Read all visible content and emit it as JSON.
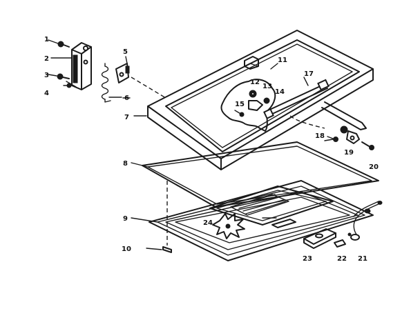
{
  "diagram": {
    "callouts": [
      {
        "id": "1",
        "text": "1"
      },
      {
        "id": "2",
        "text": "2"
      },
      {
        "id": "3",
        "text": "3"
      },
      {
        "id": "4",
        "text": "4"
      },
      {
        "id": "5",
        "text": "5"
      },
      {
        "id": "6",
        "text": "6"
      },
      {
        "id": "7",
        "text": "7"
      },
      {
        "id": "8",
        "text": "8"
      },
      {
        "id": "9",
        "text": "9"
      },
      {
        "id": "10",
        "text": "10"
      },
      {
        "id": "11",
        "text": "11"
      },
      {
        "id": "12",
        "text": "12"
      },
      {
        "id": "13",
        "text": "13"
      },
      {
        "id": "14",
        "text": "14"
      },
      {
        "id": "15",
        "text": "15"
      },
      {
        "id": "17",
        "text": "17"
      },
      {
        "id": "18",
        "text": "18"
      },
      {
        "id": "19",
        "text": "19"
      },
      {
        "id": "20",
        "text": "20"
      },
      {
        "id": "21",
        "text": "21"
      },
      {
        "id": "22",
        "text": "22"
      },
      {
        "id": "23",
        "text": "23"
      },
      {
        "id": "24",
        "text": "24"
      }
    ]
  }
}
